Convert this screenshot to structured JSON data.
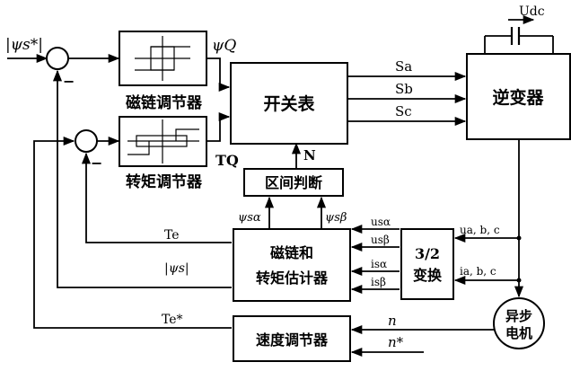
{
  "labels": {
    "flux_ref": "|ψs*|",
    "psi_q": "ψQ",
    "tq": "TQ",
    "flux_regulator": "磁链调节器",
    "torque_regulator": "转矩调节器",
    "switch_table": "开关表",
    "region_judge": "区间判断",
    "n_signal": "N",
    "sa": "Sa",
    "sb": "Sb",
    "sc": "Sc",
    "inverter": "逆变器",
    "udc": "Udc",
    "psi_s_alpha": "ψsα",
    "psi_s_beta": "ψsβ",
    "estimator_line1": "磁链和",
    "estimator_line2": "转矩估计器",
    "u_s_alpha": "usα",
    "u_s_beta": "usβ",
    "i_s_alpha": "isα",
    "i_s_beta": "isβ",
    "transform_line1": "3/2",
    "transform_line2": "变换",
    "u_abc": "ua, b, c",
    "i_abc": "ia, b, c",
    "te": "Te",
    "psi_s_mag": "|ψs|",
    "te_ref": "Te*",
    "speed_regulator": "速度调节器",
    "n": "n",
    "n_ref": "n*",
    "motor_line1": "异步",
    "motor_line2": "电机",
    "minus_sign": "−"
  }
}
